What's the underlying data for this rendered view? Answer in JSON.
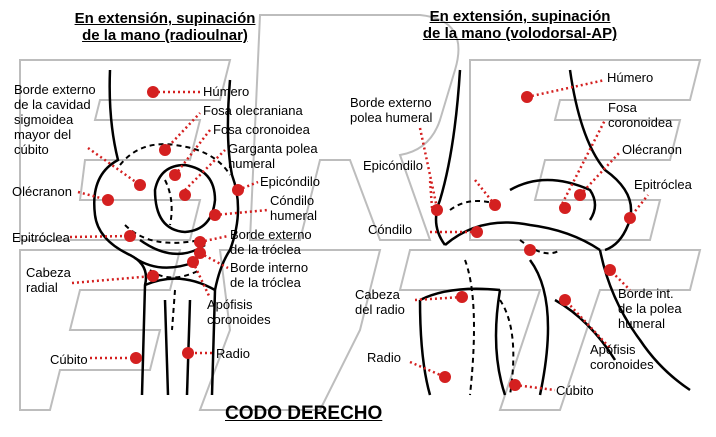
{
  "left_view": {
    "title": "En extensión, supinación\nde la mano (radioulnar)",
    "labels": {
      "humero": "Húmero",
      "borde_cavidad": "Borde externo\nde la cavidad\nsigmoidea\nmayor del\ncúbito",
      "fosa_olecraniana": "Fosa olecraniana",
      "fosa_coronoidea": "Fosa coronoidea",
      "garganta_polea": "Garganta polea\nhumeral",
      "olecranon": "Olécranon",
      "epicondilo": "Epicóndilo",
      "condilo": "Cóndilo\nhumeral",
      "epitroclea": "Epitróclea",
      "borde_ext_troclea": "Borde externo\nde la tróclea",
      "borde_int_troclea": "Borde interno\nde la tróclea",
      "cabeza_radial": "Cabeza\nradial",
      "apofisis": "Apófisis\ncoronoides",
      "cubito": "Cúbito",
      "radio": "Radio"
    }
  },
  "right_view": {
    "title": "En extensión, supinación\nde la mano (volodorsal-AP)",
    "labels": {
      "humero": "Húmero",
      "borde_polea": "Borde externo\npolea humeral",
      "fosa_coronoidea": "Fosa\ncoronoidea",
      "olecranon": "Olécranon",
      "epicondilo": "Epicóndilo",
      "epitroclea": "Epitróclea",
      "condilo": "Cóndilo",
      "cabeza_radio": "Cabeza\ndel radio",
      "borde_int_polea": "Borde int.\nde la polea\nhumeral",
      "apofisis": "Apófisis\ncoronoides",
      "radio": "Radio",
      "cubito": "Cúbito"
    }
  },
  "footer": "CODO DERECHO",
  "colors": {
    "marker": "#d42020",
    "leader": "#d42020",
    "line": "#000000",
    "watermark": "#bdbdbd"
  }
}
